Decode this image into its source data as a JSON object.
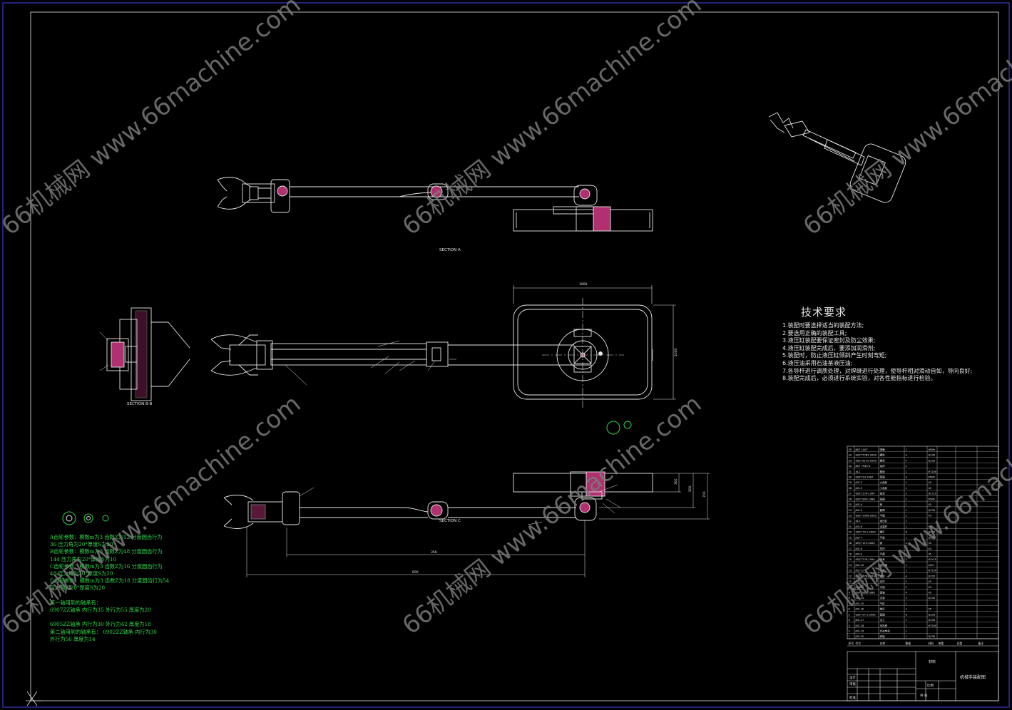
{
  "watermark": {
    "text": "66机械网 www.66machine.com",
    "color": "#7a7a7a"
  },
  "colors": {
    "background": "#000000",
    "frame": "#3a3acc",
    "geometry": "#e6e6e6",
    "section_fill": "#b03070",
    "dimension": "#e6e6e6",
    "notes_text": "#2fd64a",
    "green_circle": "#2fd64a"
  },
  "views": {
    "section_label_top": "SECTION A",
    "section_label_left": "SECTION B-B",
    "section_label_bottom": "SECTION C"
  },
  "tech_requirements": {
    "title": "技术要求",
    "lines": [
      "1.装配时要选择适当的装配方法;",
      "2.要选用正确的装配工具;",
      "3.液压缸装配要保证密封及防尘效果;",
      "4.液压缸装配完成后，要添加润滑剂;",
      "5.装配时，防止液压缸倾斜产生时刻弯矩;",
      "6.液压油采用石油基液压油;",
      "7.各导杆进行调质处理，对焊缝进行处理，使导杆相对滑动自如，导向良好;",
      "8.装配完成后，必须进行系统实验，对各性能指标进行检验。"
    ]
  },
  "gear_notes": {
    "lines": [
      "A齿轮参数：模数m为3 齿数Z为12  分度圆齿行为",
      "36 压力角为20°厚度S为20",
      "B齿轮参数：模数m为3 齿数Z为48  分度圆齿行为",
      "144 压力角为20°厚度S为10",
      "C齿轮参数：模数m为3 齿数Z为16  分度圆齿行为",
      "48 压力角为20°厚度S为20",
      "D齿轮参数：模数m为3 齿数Z为18  分度圆齿行为54",
      "压力角为20°厚度S为20",
      "",
      "第一轴用到的轴承有：",
      "    6907ZZ轴承 内行为35 外行为55  厚度为20",
      "",
      "    6905ZZ轴承  内行为30 外行为42  厚度为18",
      "第二轴用到的轴承有：    6902ZZ轴承   内行为30",
      "    外行为56 厚度为14"
    ]
  },
  "dimensions": {
    "top_plate_width": "1000",
    "plate_height": "1000",
    "bottom_dim_1": "356",
    "bottom_dim_2": "600",
    "bottom_right_1": "300",
    "bottom_right_2": "500",
    "bottom_right_3": "700"
  },
  "title_block": {
    "drawing_title": "机械手装配图",
    "label_material": "材料",
    "label_scale": "比例",
    "label_designer": "设计",
    "label_checker": "审核",
    "label_approve": "批准",
    "label_sheet": "共 张"
  },
  "bom": {
    "columns": [
      "序号",
      "代号",
      "名称",
      "数量",
      "材料",
      "单重",
      "总重",
      "备注"
    ],
    "rows": [
      [
        "35",
        "JB/T 1007",
        "弹簧",
        "1",
        "65Mn",
        "",
        "",
        ""
      ],
      [
        "34",
        "GB/T 5782-2000",
        "螺栓",
        "4",
        "Q235",
        "",
        "",
        ""
      ],
      [
        "33",
        "GB/T 6170-2000",
        "螺母",
        "4",
        "Q235",
        "",
        "",
        ""
      ],
      [
        "32",
        "JB/T 7940.4",
        "油杯",
        "2",
        "",
        "",
        "",
        ""
      ],
      [
        "31",
        "XJ-1",
        "基座",
        "1",
        "HT200",
        "",
        "",
        ""
      ],
      [
        "30",
        "GB/T 93-1987",
        "垫圈",
        "4",
        "65Mn",
        "",
        "",
        ""
      ],
      [
        "29",
        "JXS-2",
        "大齿轮",
        "1",
        "45",
        "",
        "",
        ""
      ],
      [
        "28",
        "JXS-3",
        "小齿轮",
        "1",
        "45",
        "",
        "",
        ""
      ],
      [
        "27",
        "GB/T 276-1994",
        "轴承",
        "2",
        "GCr15",
        "",
        "",
        ""
      ],
      [
        "26",
        "GB/T 893-1986",
        "挡圈",
        "2",
        "65Mn",
        "",
        "",
        ""
      ],
      [
        "25",
        "JXS-4",
        "轴",
        "1",
        "45",
        "",
        "",
        ""
      ],
      [
        "24",
        "JXS-5",
        "套筒",
        "1",
        "Q235",
        "",
        "",
        ""
      ],
      [
        "23",
        "GB/T 1096-2003",
        "平键",
        "2",
        "45",
        "",
        "",
        ""
      ],
      [
        "22",
        "XJ-2",
        "液压缸",
        "1",
        "",
        "",
        "",
        ""
      ],
      [
        "21",
        "JXS-6",
        "活塞杆",
        "1",
        "45",
        "",
        "",
        ""
      ],
      [
        "20",
        "GB/T 70.1-2000",
        "螺钉",
        "6",
        "Q235",
        "",
        "",
        ""
      ],
      [
        "19",
        "JXS-7",
        "手臂",
        "1",
        "Q235",
        "",
        "",
        ""
      ],
      [
        "18",
        "GB/T 119-2000",
        "销",
        "2",
        "35",
        "",
        "",
        ""
      ],
      [
        "17",
        "JXS-8",
        "导杆",
        "2",
        "45",
        "",
        "",
        ""
      ],
      [
        "16",
        "JXS-9",
        "手腕",
        "1",
        "45",
        "",
        "",
        ""
      ],
      [
        "15",
        "GB/T 276-1994",
        "轴承",
        "2",
        "GCr15",
        "",
        "",
        ""
      ],
      [
        "14",
        "JXS-10",
        "齿轮轴",
        "1",
        "40Cr",
        "",
        "",
        ""
      ],
      [
        "13",
        "JXS-11",
        "端盖",
        "1",
        "HT150",
        "",
        "",
        ""
      ],
      [
        "12",
        "GB/T 5783-2000",
        "螺栓",
        "4",
        "Q235",
        "",
        "",
        ""
      ],
      [
        "11",
        "JXS-12",
        "连杆",
        "2",
        "45",
        "",
        "",
        ""
      ],
      [
        "10",
        "JXS-13",
        "手指",
        "2",
        "45",
        "",
        "",
        ""
      ],
      [
        "9",
        "GB/T 882-1986",
        "销轴",
        "4",
        "45",
        "",
        "",
        ""
      ],
      [
        "8",
        "JXS-14",
        "支架",
        "1",
        "Q235",
        "",
        "",
        ""
      ],
      [
        "7",
        "JXS-15",
        "气缸",
        "1",
        "",
        "",
        "",
        ""
      ],
      [
        "6",
        "JXS-16",
        "推杆",
        "1",
        "45",
        "",
        "",
        ""
      ],
      [
        "5",
        "GB/T 97.1-2002",
        "垫圈",
        "6",
        "Q235",
        "",
        "",
        ""
      ],
      [
        "4",
        "JXS-17",
        "法兰",
        "1",
        "Q235",
        "",
        "",
        ""
      ],
      [
        "3",
        "JXS-18",
        "电机座",
        "1",
        "HT200",
        "",
        "",
        ""
      ],
      [
        "2",
        "JXS-19",
        "步进电机",
        "1",
        "",
        "",
        "",
        ""
      ],
      [
        "1",
        "JXS-20",
        "底板",
        "1",
        "Q235",
        "",
        "",
        ""
      ]
    ]
  }
}
